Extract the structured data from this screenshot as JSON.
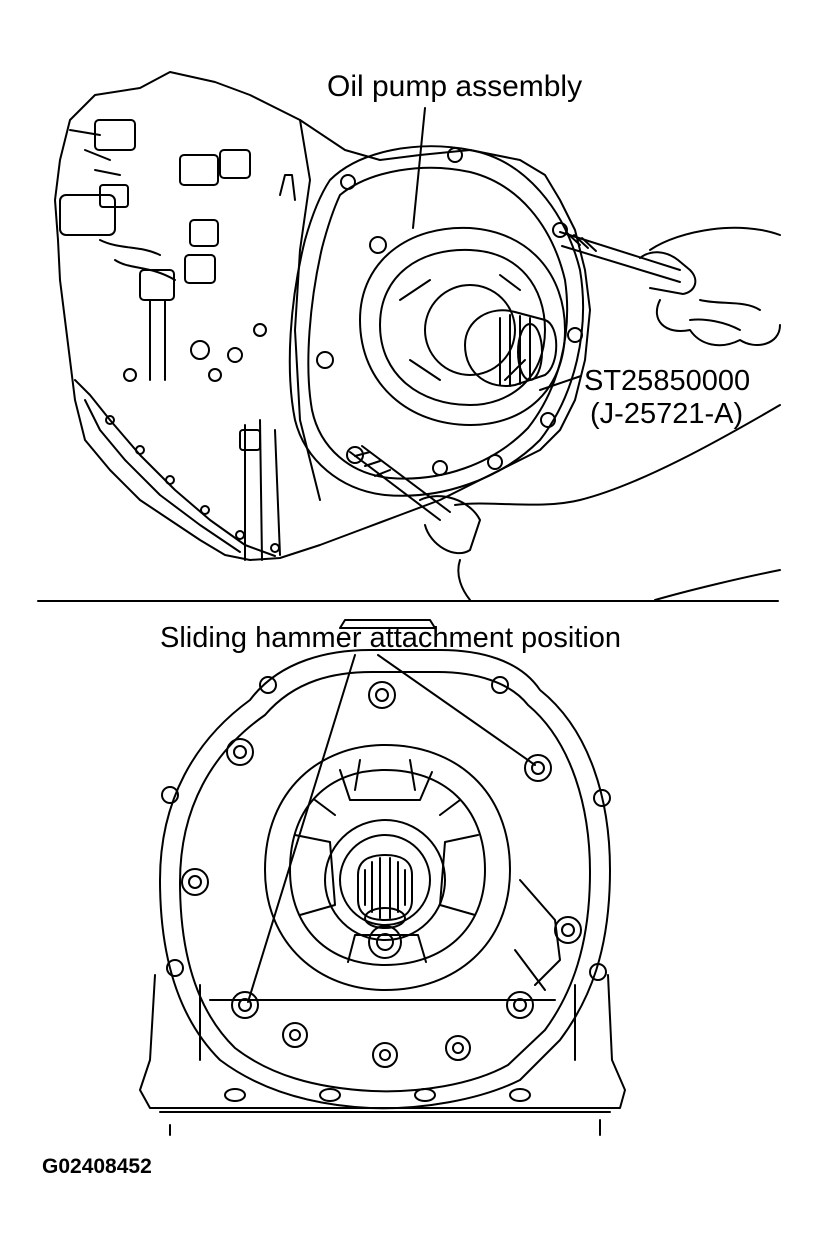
{
  "labels": {
    "oil_pump": "Oil pump assembly",
    "tool_number": "ST25850000",
    "tool_alt_number": "(J-25721-A)",
    "attachment_position": "Sliding hammer attachment position",
    "figure_id": "G02408452"
  },
  "colors": {
    "line": "#000000",
    "background": "#ffffff"
  },
  "icons": {
    "top_view": "transmission-with-sliding-hammers-illustration",
    "bottom_view": "oil-pump-front-view-illustration"
  }
}
